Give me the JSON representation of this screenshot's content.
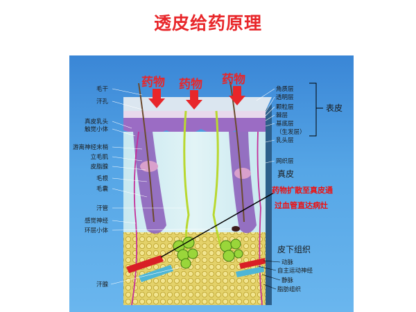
{
  "title": "透皮给药原理",
  "drug_labels": [
    "药物",
    "药物",
    "药物"
  ],
  "left_labels": [
    "毛干",
    "汗孔",
    "真皮乳头",
    "触觉小体",
    "游离神经末梢",
    "立毛肌",
    "皮脂腺",
    "毛根",
    "毛囊",
    "汗管",
    "感觉神经",
    "环层小体",
    "汗腺"
  ],
  "right_labels": [
    "角质层",
    "透明层",
    "颗粒层",
    "棘层",
    "基底层",
    "（生发层）",
    "乳头层",
    "网织层"
  ],
  "layers": {
    "epidermis": "表皮",
    "dermis": "真皮",
    "hypodermis": "皮下组织"
  },
  "annotation": {
    "line1": "药物扩散至真皮通",
    "line2": "过血管直达病灶"
  },
  "bottom_labels": [
    "动脉",
    "自主运动神经",
    "静脉",
    "脂肪组织"
  ],
  "colors": {
    "title": "#e8262a",
    "annotation": "#ee1111",
    "background": "#4a9ae0"
  }
}
